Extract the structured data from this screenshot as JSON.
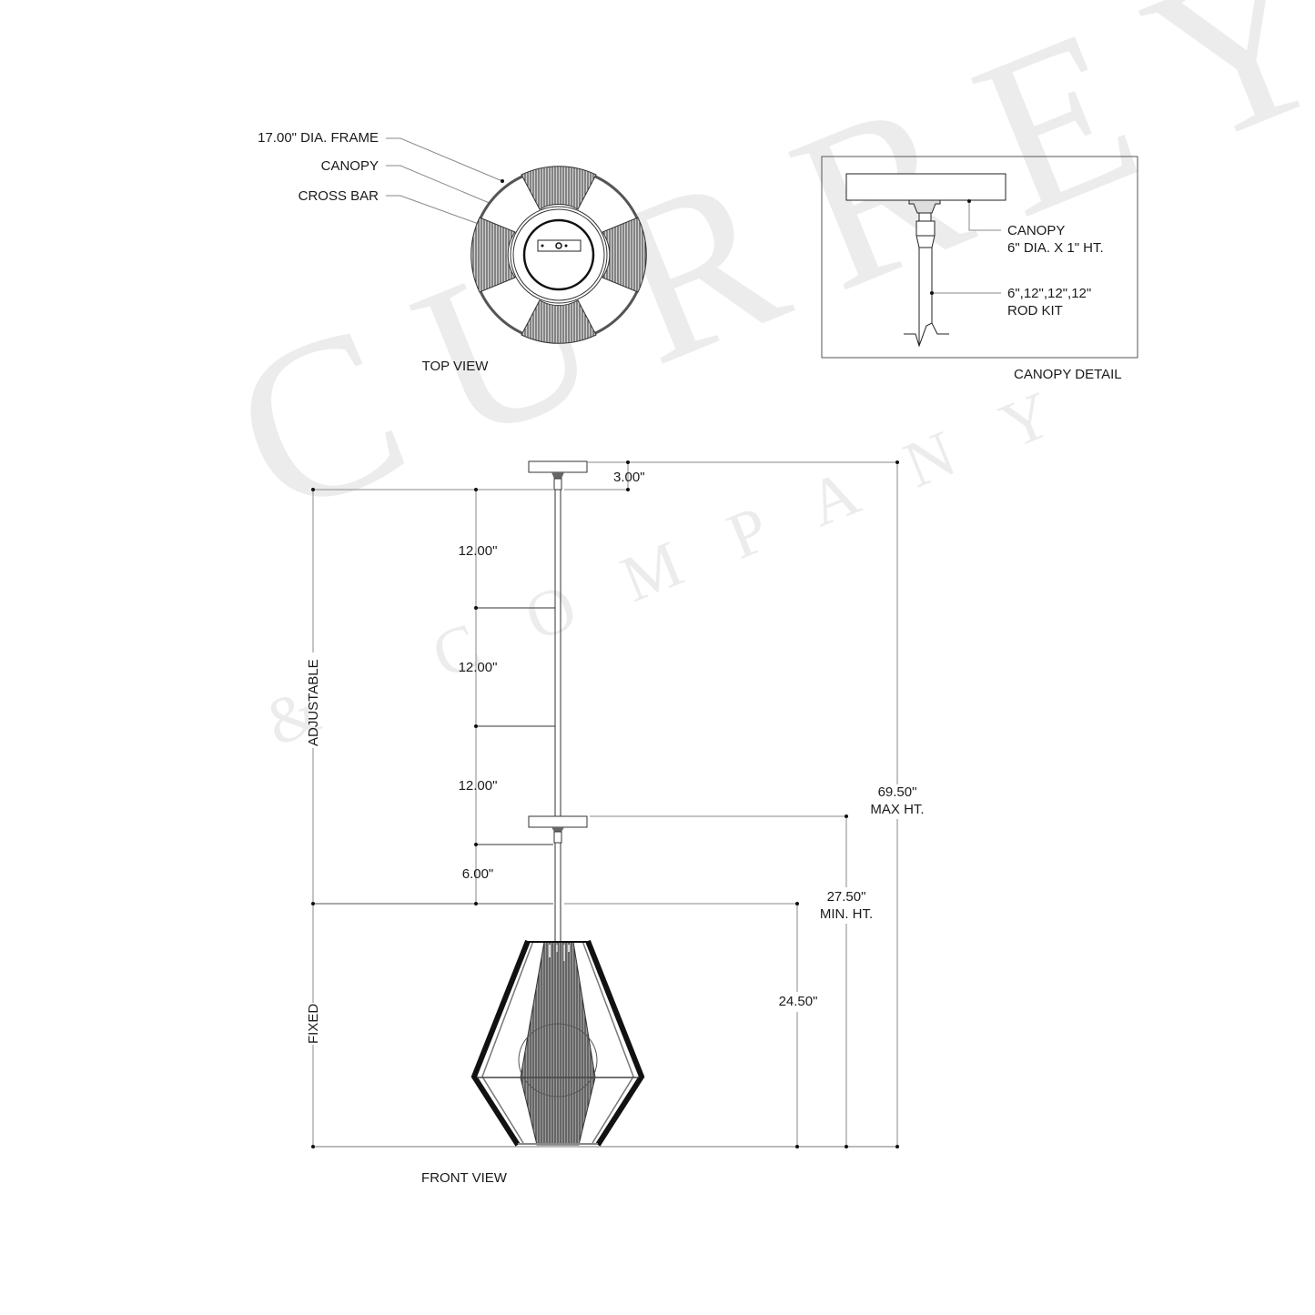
{
  "watermark": {
    "brand": "CURREY",
    "sub": "& COMPANY",
    "color": "#ececec"
  },
  "top_view": {
    "caption": "TOP VIEW",
    "callouts": [
      {
        "label": "17.00\" DIA. FRAME"
      },
      {
        "label": "CANOPY"
      },
      {
        "label": "CROSS BAR"
      }
    ]
  },
  "canopy_detail": {
    "caption": "CANOPY DETAIL",
    "canopy_label_line1": "CANOPY",
    "canopy_label_line2": "6\" DIA. X 1\" HT.",
    "rod_label_line1": "6\",12\",12\",12\"",
    "rod_label_line2": "ROD KIT"
  },
  "front_view": {
    "caption": "FRONT VIEW",
    "side_labels": {
      "adjustable": "ADJUSTABLE",
      "fixed": "FIXED"
    },
    "dimensions": {
      "canopy_height": "3.00\"",
      "rod_segments": [
        "12.00\"",
        "12.00\"",
        "12.00\"",
        "6.00\""
      ],
      "fixture_height": "24.50\"",
      "min_height_value": "27.50\"",
      "min_height_label": "MIN. HT.",
      "max_height_value": "69.50\"",
      "max_height_label": "MAX HT."
    }
  },
  "colors": {
    "line": "#1a1a1a",
    "dim_line": "#8a8a8a",
    "shade_fill": "#555555"
  }
}
